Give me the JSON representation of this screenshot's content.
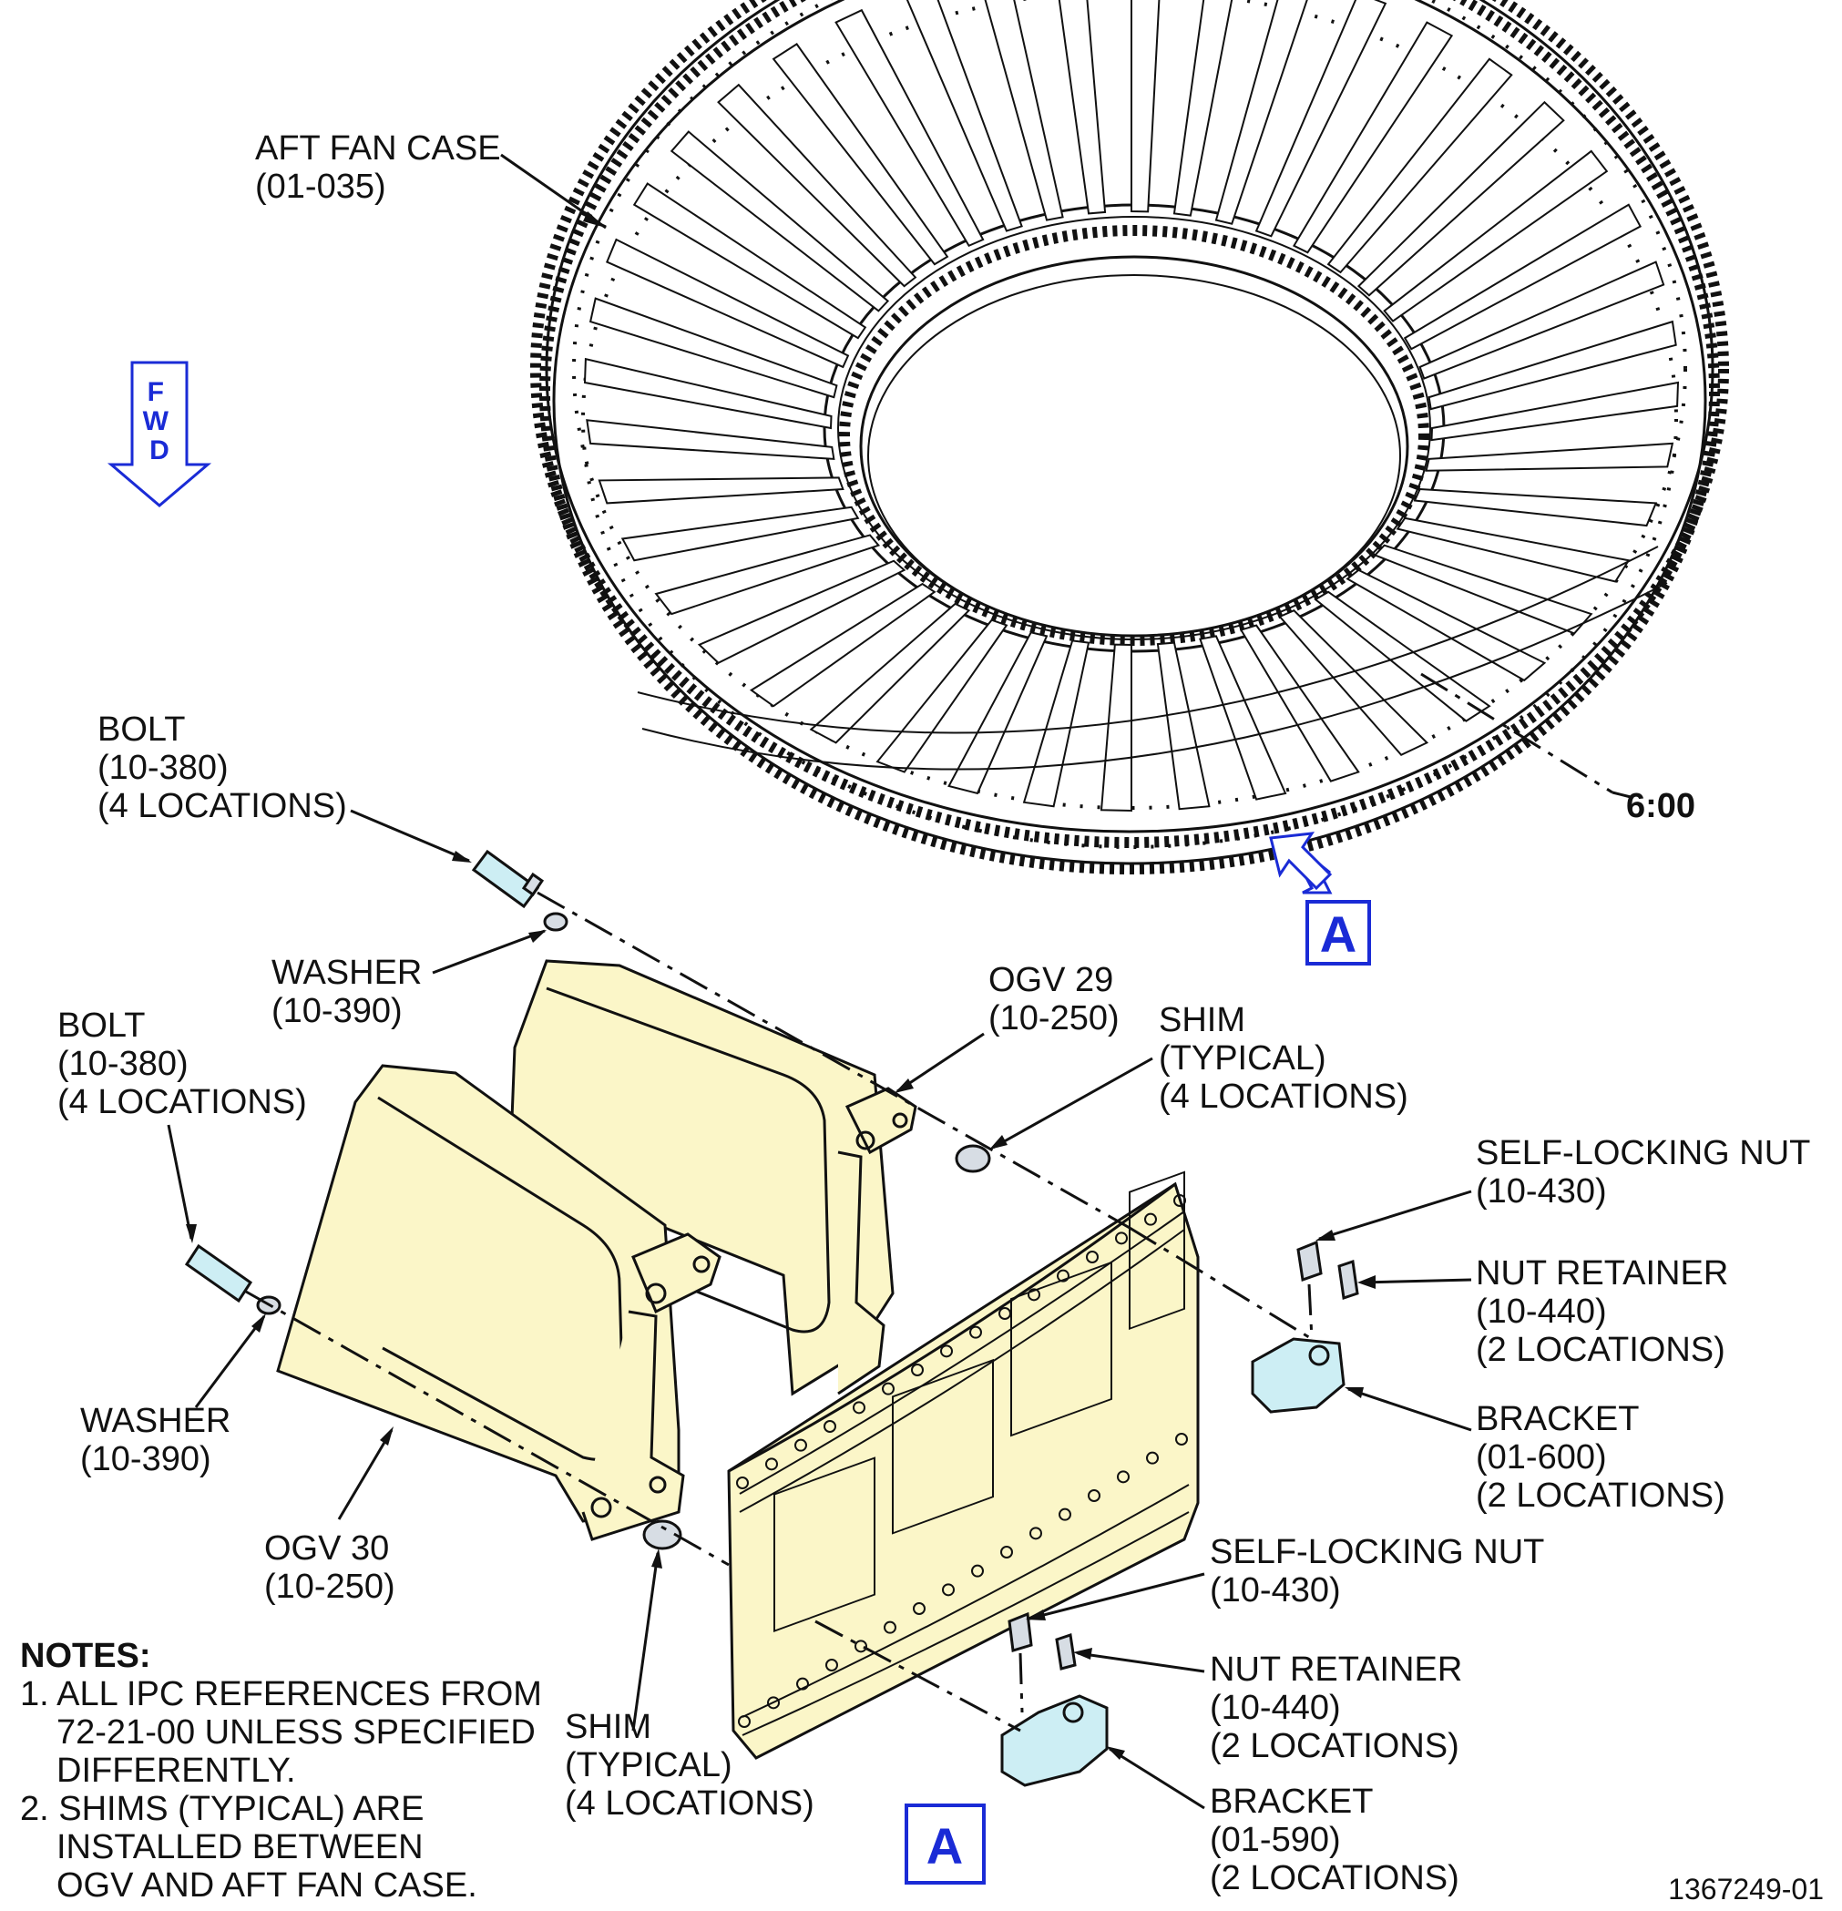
{
  "labels": {
    "aft_fan_case": [
      "AFT FAN CASE",
      "(01-035)"
    ],
    "fwd": [
      "F",
      "W",
      "D"
    ],
    "six_oclock": "6:00",
    "view_a_marker": "A",
    "bolt_top": [
      "BOLT",
      "(10-380)",
      "(4 LOCATIONS)"
    ],
    "washer_top": [
      "WASHER",
      "(10-390)"
    ],
    "ogv29": [
      "OGV 29",
      "(10-250)"
    ],
    "shim_top": [
      "SHIM",
      "(TYPICAL)",
      "(4 LOCATIONS)"
    ],
    "bolt_left": [
      "BOLT",
      "(10-380)",
      "(4 LOCATIONS)"
    ],
    "self_locking_nut_top": [
      "SELF-LOCKING NUT",
      "(10-430)"
    ],
    "nut_retainer_top": [
      "NUT RETAINER",
      "(10-440)",
      "(2  LOCATIONS)"
    ],
    "bracket_top": [
      "BRACKET",
      "(01-600)",
      "(2 LOCATIONS)"
    ],
    "washer_left": [
      "WASHER",
      "(10-390)"
    ],
    "ogv30": [
      "OGV 30",
      "(10-250)"
    ],
    "self_locking_nut_bottom": [
      "SELF-LOCKING NUT",
      "(10-430)"
    ],
    "nut_retainer_bottom": [
      "NUT RETAINER",
      "(10-440)",
      "(2  LOCATIONS)"
    ],
    "shim_bottom": [
      "SHIM",
      "(TYPICAL)",
      "(4 LOCATIONS)"
    ],
    "bracket_bottom": [
      "BRACKET",
      "(01-590)",
      "(2 LOCATIONS)"
    ],
    "detail_a_title": "A",
    "notes_title": "NOTES:",
    "notes": [
      "1. ALL IPC REFERENCES FROM",
      "72-21-00 UNLESS SPECIFIED",
      "DIFFERENTLY.",
      "2. SHIMS (TYPICAL) ARE",
      "INSTALLED BETWEEN",
      "OGV AND AFT FAN CASE."
    ],
    "figure_number": "1367249-01"
  },
  "colors": {
    "callout_blue": "#1a2bd6",
    "ogv_fill": "#fbf6c8",
    "bracket_fill": "#cdeef4",
    "nut_fill": "#d7dde4"
  },
  "icons": [
    "fwd-arrow-icon",
    "view-arrow-icon"
  ]
}
